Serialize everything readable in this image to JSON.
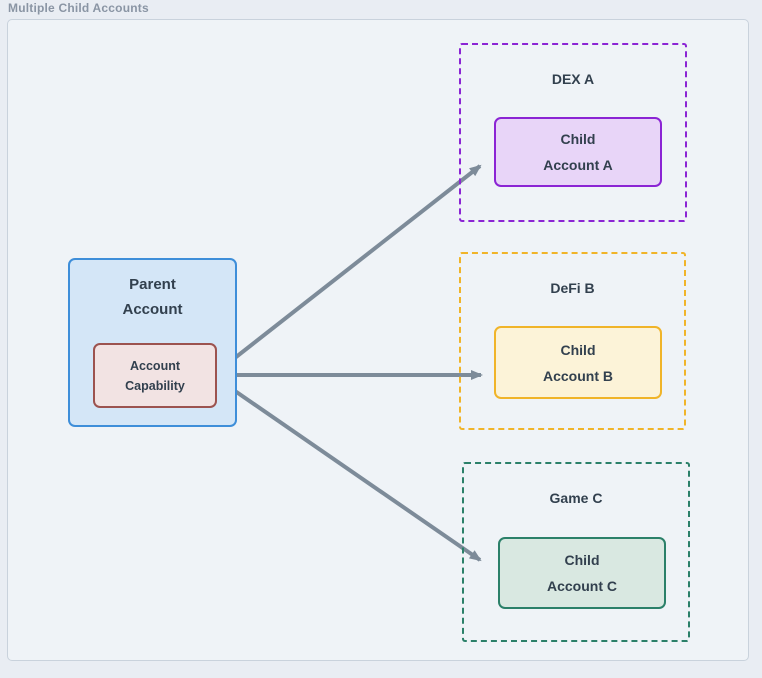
{
  "title": "Multiple Child Accounts",
  "parent": {
    "label": "Parent\nAccount",
    "capability_label": "Account\nCapability"
  },
  "children": [
    {
      "env_label": "DEX A",
      "node_label": "Child\nAccount A"
    },
    {
      "env_label": "DeFi B",
      "node_label": "Child\nAccount B"
    },
    {
      "env_label": "Game C",
      "node_label": "Child\nAccount C"
    }
  ],
  "colors": {
    "page_background": "#e9edf3",
    "panel_background": "#eff3f7",
    "panel_border": "#c9d2dc",
    "title_text": "#8a95a4",
    "node_text": "#32404e",
    "arrow": "#7d8b99",
    "parent_fill": "#d4e6f7",
    "parent_border": "#3e8ed9",
    "capability_fill": "#f2e3e3",
    "capability_border": "#9c534f",
    "child_a_fill": "#e8d5f8",
    "child_a_border": "#8b24d4",
    "child_b_fill": "#fcf3d8",
    "child_b_border": "#f0b429",
    "child_c_fill": "#d9e8e1",
    "child_c_border": "#2b8069"
  }
}
